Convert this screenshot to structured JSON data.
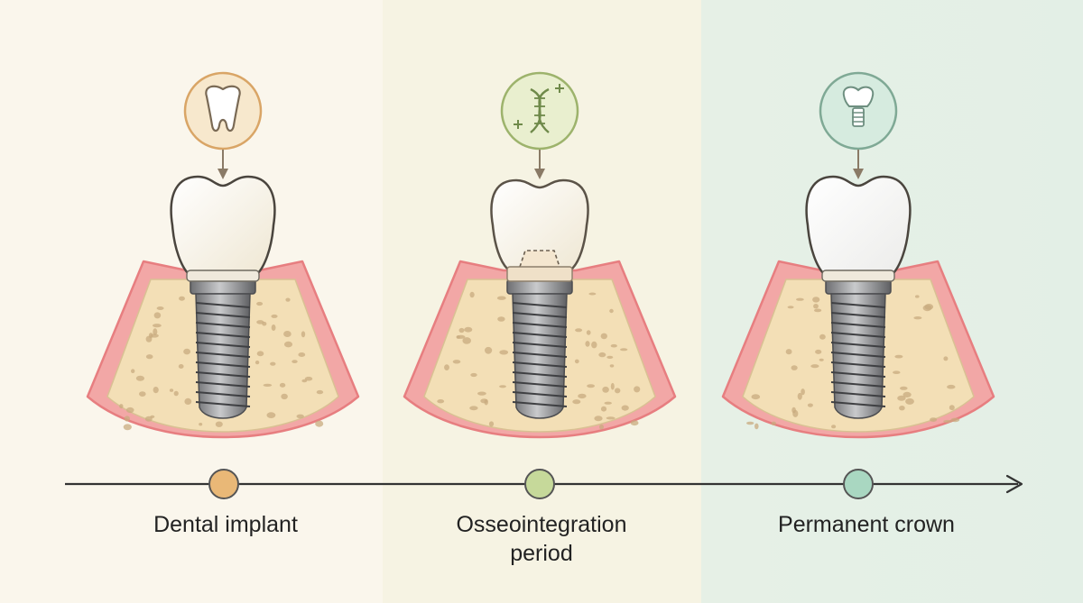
{
  "stages": [
    {
      "label": "Dental implant",
      "icon": "tooth-icon",
      "accent": "#e9b877",
      "icon_bg": "#f7e8cd",
      "icon_ring": "#d9a566"
    },
    {
      "label": "Osseointegration\nperiod",
      "icon": "dna-icon",
      "accent": "#c6d99a",
      "icon_bg": "#e9efcf",
      "icon_ring": "#9db36c"
    },
    {
      "label": "Permanent crown",
      "icon": "implant-crown-icon",
      "accent": "#a9d7c1",
      "icon_bg": "#d6ebdf",
      "icon_ring": "#7fa995"
    }
  ],
  "colors": {
    "gum": "#f2a7a6",
    "gum_edge": "#e77e80",
    "bone": "#f3dfb6",
    "bone_speck": "#c8ab7f",
    "metal": "#8c8d8f",
    "crown": "#fbf9f1",
    "timeline": "#333333"
  }
}
